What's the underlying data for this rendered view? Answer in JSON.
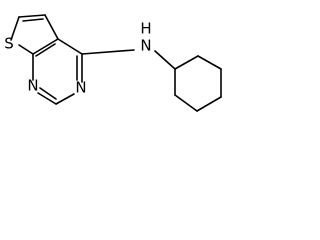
{
  "structure": {
    "atoms": {
      "s1": "S",
      "n3": "N",
      "n4": "N",
      "nh": "N",
      "h": "H"
    }
  }
}
